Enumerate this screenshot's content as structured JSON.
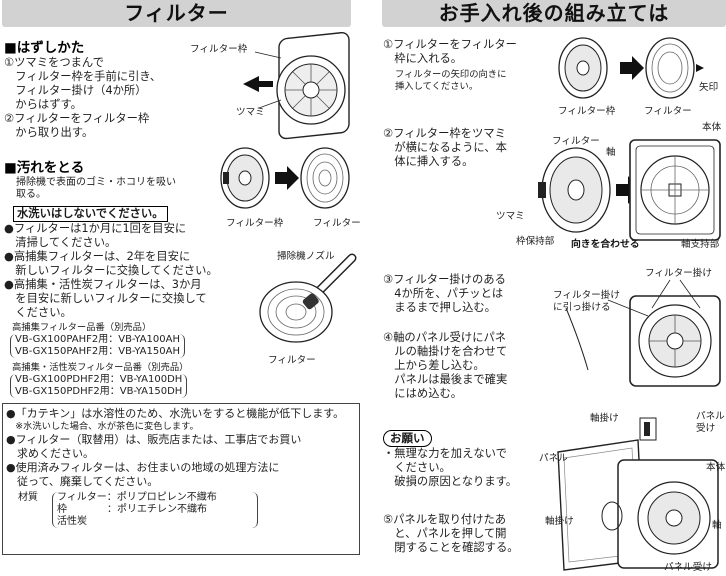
{
  "left": {
    "title": "フィルター",
    "remove_heading": "■はずしかた",
    "remove_steps": [
      "①ツマミをつまんで",
      "　フィルター枠を手前に引き、",
      "　フィルター掛け（4か所）",
      "　からはずす。",
      "②フィルターをフィルター枠",
      "　から取り出す。"
    ],
    "dirt_heading": "■汚れをとる",
    "dirt_text": [
      "掃除機で表面のゴミ・ホコリを吸い",
      "取る。"
    ],
    "warning_box": "水洗いはしないでください。",
    "bullets": [
      "●フィルターは1か月に1回を目安に",
      "　清掃してください。",
      "●高捕集フィルターは、2年を目安に",
      "　新しいフィルターに交換してください。",
      "●高捕集・活性炭フィルターは、3か月",
      "　を目安に新しいフィルターに交換して",
      "　ください。"
    ],
    "parts_a_title": "高捕集フィルター品番（別売品）",
    "parts_a": [
      "VB-GX100PAHF2用：VB-YA100AH",
      "VB-GX150PAHF2用：VB-YA150AH"
    ],
    "parts_b_title": "高捕集・活性炭フィルター品番（別売品）",
    "parts_b": [
      "VB-GX100PDHF2用：VB-YA100DH",
      "VB-GX150PDHF2用：VB-YA150DH"
    ],
    "labels": {
      "filter_frame_1": "フィルター枠",
      "knob_1": "ツマミ",
      "filter_frame_2": "フィルター枠",
      "filter_2": "フィルター",
      "nozzle": "掃除機ノズル",
      "filter_3": "フィルター"
    }
  },
  "notes": {
    "lines": [
      "●「カテキン」は水溶性のため、水洗いをすると機能が低下します。",
      "　※水洗いした場合、水が茶色に変色します。",
      "●フィルター（取替用）は、販売店または、工事店でお買い",
      "　求めください。",
      "●使用済みフィルターは、お住まいの地域の処理方法に",
      "　従って、廃棄してください。"
    ],
    "material_label": "材質",
    "materials": [
      "フィルター：ポリプロピレン不織布",
      "枠　　　　：ポリエチレン不織布",
      "活性炭"
    ]
  },
  "right": {
    "title": "お手入れ後の組み立ては",
    "step1": [
      "①フィルターをフィルター",
      "　枠に入れる。"
    ],
    "step1_note": [
      "フィルターの矢印の向きに",
      "挿入してください。"
    ],
    "step2": [
      "②フィルター枠をツマミ",
      "　が横になるように、本",
      "　体に挿入する。"
    ],
    "step3": [
      "③フィルター掛けのある",
      "　4か所を、パチッとは",
      "　まるまで押し込む。"
    ],
    "step4": [
      "④軸のパネル受けにパネ",
      "　ルの軸掛けを合わせて",
      "　上から差し込む。",
      "　パネルは最後まで確実",
      "　にはめ込む。"
    ],
    "request_title": "お願い",
    "request": [
      "・無理な力を加えないで",
      "　ください。",
      "　破損の原因となります。"
    ],
    "step5": [
      "⑤パネルを取り付けたあ",
      "　と、パネルを押して開",
      "　閉することを確認する。"
    ],
    "labels": {
      "arrow_mark": "矢印",
      "filter_frame": "フィルター枠",
      "filter": "フィルター",
      "body_1": "本体",
      "filter_b": "フィルター",
      "axis": "軸",
      "knob": "ツマミ",
      "frame_holder": "枠保持部",
      "align": "向きを合わせる",
      "axis_support": "軸支持部",
      "filter_hook": "フィルター掛け",
      "hook_to_filter": [
        "フィルター掛け",
        "に引っ掛ける"
      ],
      "axis_hook_1": "軸掛け",
      "panel_receiver": [
        "パネル",
        "受け"
      ],
      "panel": "パネル",
      "body_2": "本体",
      "axis_hook_2": "軸掛け",
      "axis_2": "軸",
      "panel_receiver_2": "パネル受け"
    }
  },
  "colors": {
    "banner": "#d2d2d2",
    "ink": "#1a1a1a",
    "device": "#2b2b2b"
  }
}
